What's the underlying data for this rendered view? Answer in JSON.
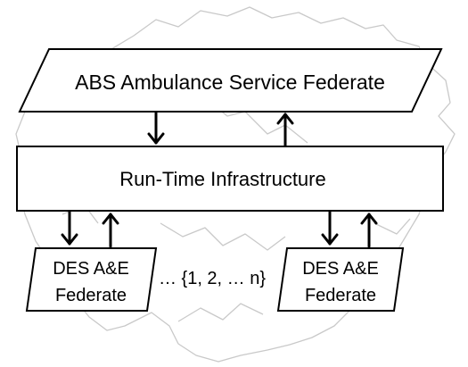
{
  "diagram": {
    "abs_federate": "ABS Ambulance Service Federate",
    "rti": "Run-Time Infrastructure",
    "des_left": {
      "line1": "DES A&E",
      "line2": "Federate"
    },
    "des_right": {
      "line1": "DES A&E",
      "line2": "Federate"
    },
    "ellipsis": "… {1, 2, … n}"
  },
  "colors": {
    "stroke": "#000000",
    "fill": "#ffffff",
    "map_outline": "#c8c8c8"
  }
}
